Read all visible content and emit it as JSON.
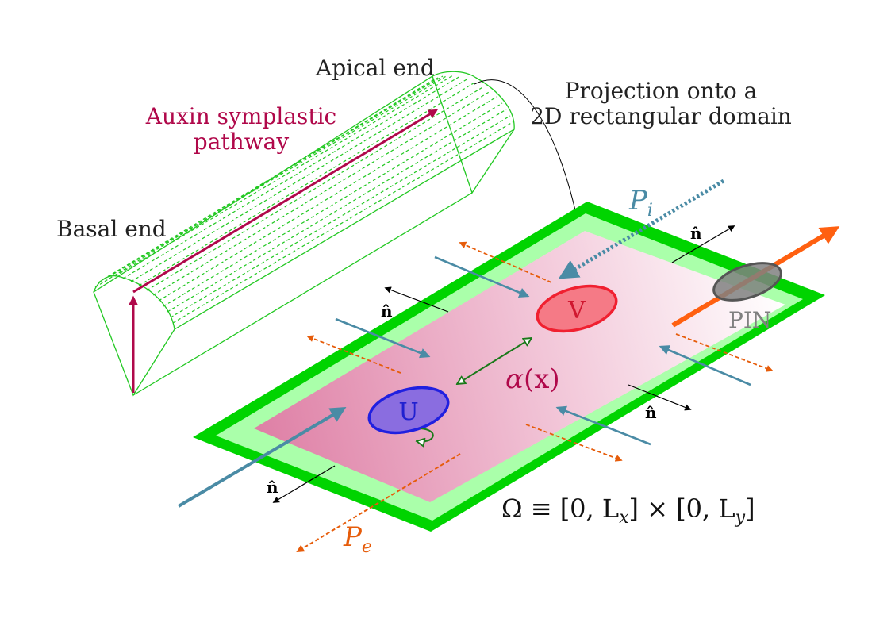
{
  "labels": {
    "apical_end": "Apical end",
    "basal_end": "Basal end",
    "auxin_line1": "Auxin symplastic",
    "auxin_line2": "pathway",
    "projection_line1": "Projection onto a",
    "projection_line2": "2D rectangular domain",
    "pin": "PIN",
    "u": "U",
    "v": "V",
    "alpha_main": "α",
    "alpha_arg": "(x)",
    "omega": "Ω ≡ [0, L",
    "omega_sub1": "x",
    "omega_mid": "] × [0, L",
    "omega_sub2": "y",
    "omega_end": "]",
    "p_i_main": "P",
    "p_i_sub": "i",
    "p_e_main": "P",
    "p_e_sub": "e",
    "normal": "n̂"
  },
  "colors": {
    "green_border": "#00d400",
    "green_light": "#aaffaa",
    "pink_dark": "#de7fa5",
    "crimson": "#b0084a",
    "teal": "#4a8ba5",
    "orange": "#ff6010",
    "orange_dashed": "#e65c0a",
    "u_fill": "#8a6de0",
    "u_stroke": "#2020e0",
    "v_fill": "#f57a86",
    "v_stroke": "#f02030",
    "pin_fill": "#808080",
    "dark_green": "#1a7a1a"
  }
}
